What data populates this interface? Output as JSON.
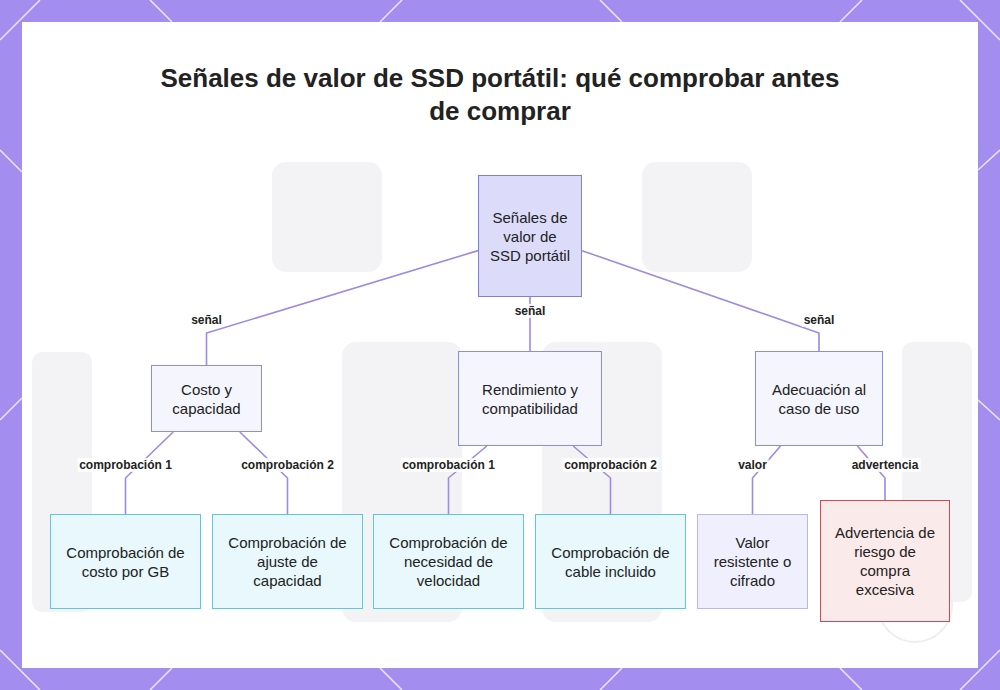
{
  "diagram": {
    "title": "Señales de valor de SSD portátil: qué comprobar antes de comprar",
    "nodes": [
      {
        "text": [
          "Señales de valor de SSD portátil"
        ]
      },
      {
        "text": [
          "Costo y capacidad"
        ]
      },
      {
        "text": [
          "Rendimiento y compatibilidad"
        ]
      },
      {
        "text": [
          "Adecuación al caso de uso"
        ]
      },
      {
        "text": [
          "Comprobación de costo por GB"
        ]
      },
      {
        "text": [
          "Comprobación de ajuste de capacidad"
        ]
      },
      {
        "text": [
          "Comprobación de necesidad de velocidad"
        ]
      },
      {
        "text": [
          "Comprobación de cable incluido"
        ]
      },
      {
        "text": [
          "Valor resistente o cifrado"
        ]
      },
      {
        "text": [
          "Advertencia de riesgo de compra excesiva"
        ]
      }
    ],
    "edges": [
      {
        "from": 0,
        "to": 1,
        "label": "señal",
        "arrow": "none"
      },
      {
        "from": 0,
        "to": 2,
        "label": "señal",
        "arrow": "none"
      },
      {
        "from": 0,
        "to": 3,
        "label": "señal",
        "arrow": "none"
      },
      {
        "from": 1,
        "to": 4,
        "label": "comprobación 1",
        "arrow": "none"
      },
      {
        "from": 1,
        "to": 5,
        "label": "comprobación 2",
        "arrow": "none"
      },
      {
        "from": 2,
        "to": 6,
        "label": "comprobación 1",
        "arrow": "none"
      },
      {
        "from": 2,
        "to": 7,
        "label": "comprobación 2",
        "arrow": "none"
      },
      {
        "from": 3,
        "to": 8,
        "label": "valor",
        "arrow": "none"
      },
      {
        "from": 3,
        "to": 9,
        "label": "advertencia",
        "arrow": "none"
      }
    ]
  }
}
